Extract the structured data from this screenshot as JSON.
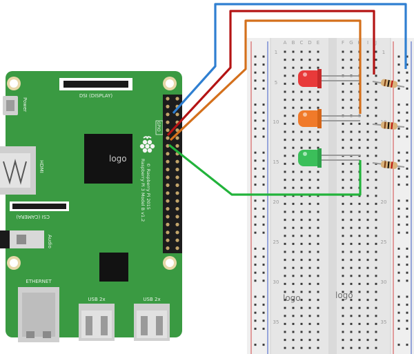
{
  "pi": {
    "power_label": "Power",
    "dsi_label": "DSI (DISPLAY)",
    "hdmi_label": "HDMI",
    "csi_label": "CSI (CAMERA)",
    "audio_label": "Audio",
    "ethernet_label": "ETHERNET",
    "usb1_label": "USB 2x",
    "usb2_label": "USB 2x",
    "gpio_label": "GPIO",
    "model_line1": "Raspberry Pi 3 Model B v1.2",
    "model_line2": "© Raspberry Pi 2015",
    "chip_logo": "logo"
  },
  "breadboard": {
    "column_letters_left": [
      "A",
      "B",
      "C",
      "D",
      "E"
    ],
    "column_letters_right": [
      "F",
      "G",
      "H",
      "I",
      "J"
    ],
    "row_numbers_left": [
      "1",
      "5",
      "10",
      "15",
      "20",
      "25",
      "30",
      "35"
    ],
    "row_numbers_right": [
      "1",
      "5",
      "10",
      "15",
      "20",
      "25",
      "30",
      "35"
    ],
    "logo_left": "logo",
    "logo_right": "logo"
  },
  "colors": {
    "pi_board": "#3a9a42",
    "breadboard": "#e9e9e9",
    "wire_blue": "#2f7fd1",
    "wire_red": "#b41414",
    "wire_orange": "#d4701c",
    "wire_green": "#22b33b",
    "led_red": "#e83a3a",
    "led_orange": "#f07a2a",
    "led_green": "#3bbf5a"
  }
}
